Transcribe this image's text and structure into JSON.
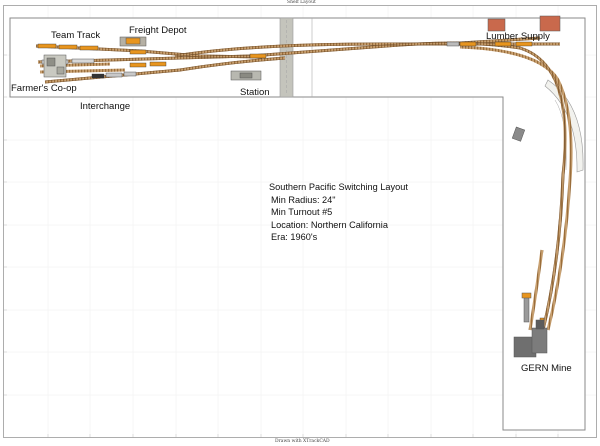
{
  "header": {
    "title": "Shelf Layout"
  },
  "footer": {
    "credit": "Drawn with XTrackCAD"
  },
  "labels": {
    "team_track": "Team Track",
    "freight_depot": "Freight Depot",
    "lumber_supply": "Lumber Supply",
    "farmers_coop": "Farmer's Co-op",
    "station": "Station",
    "interchange": "Interchange",
    "gern_mine": "GERN Mine"
  },
  "info": {
    "title": "Southern Pacific Switching Layout",
    "min_radius": "Min Radius: 24\"",
    "min_turnout": "Min Turnout #5",
    "location": "Location: Northern California",
    "era": "Era: 1960's"
  },
  "colors": {
    "tie": "#b58a55",
    "rail": "#6b4a2a",
    "car_orange": "#e8951e",
    "building_red": "#c9694c",
    "mine_gray": "#6f6f6f",
    "bridge": "#c4c4bc"
  }
}
